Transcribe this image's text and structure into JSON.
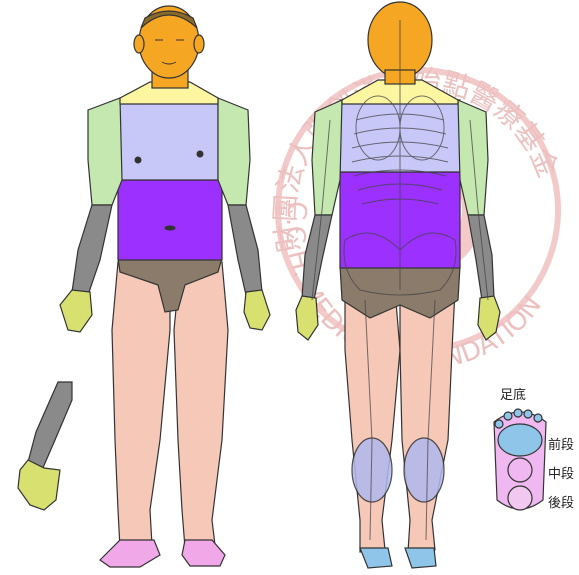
{
  "watermark": {
    "chinese": "財團法人張釗漢原始點醫療基金會",
    "english": "C.C.H. MEDICAL FOUNDATION",
    "color": "#e8b4b4"
  },
  "sole_legend": {
    "title": "足底",
    "items": [
      {
        "label": "前段",
        "color": "#8ec5e8"
      },
      {
        "label": "中段",
        "color": "#f0b8f0"
      },
      {
        "label": "後段",
        "color": "#f0c8f0"
      }
    ]
  },
  "region_colors": {
    "head": "#f5a623",
    "neck_shoulder": "#fdf6a0",
    "upper_arm": "#c4e8b0",
    "forearm": "#8a8a8a",
    "hand": "#d8e070",
    "chest": "#c8c8f8",
    "abdomen": "#9b30ff",
    "pelvis": "#8b7b6b",
    "leg": "#f5c8b8",
    "calf": "#b0b8f0",
    "foot": "#f0a8e8",
    "toes": "#8ec5e8"
  }
}
